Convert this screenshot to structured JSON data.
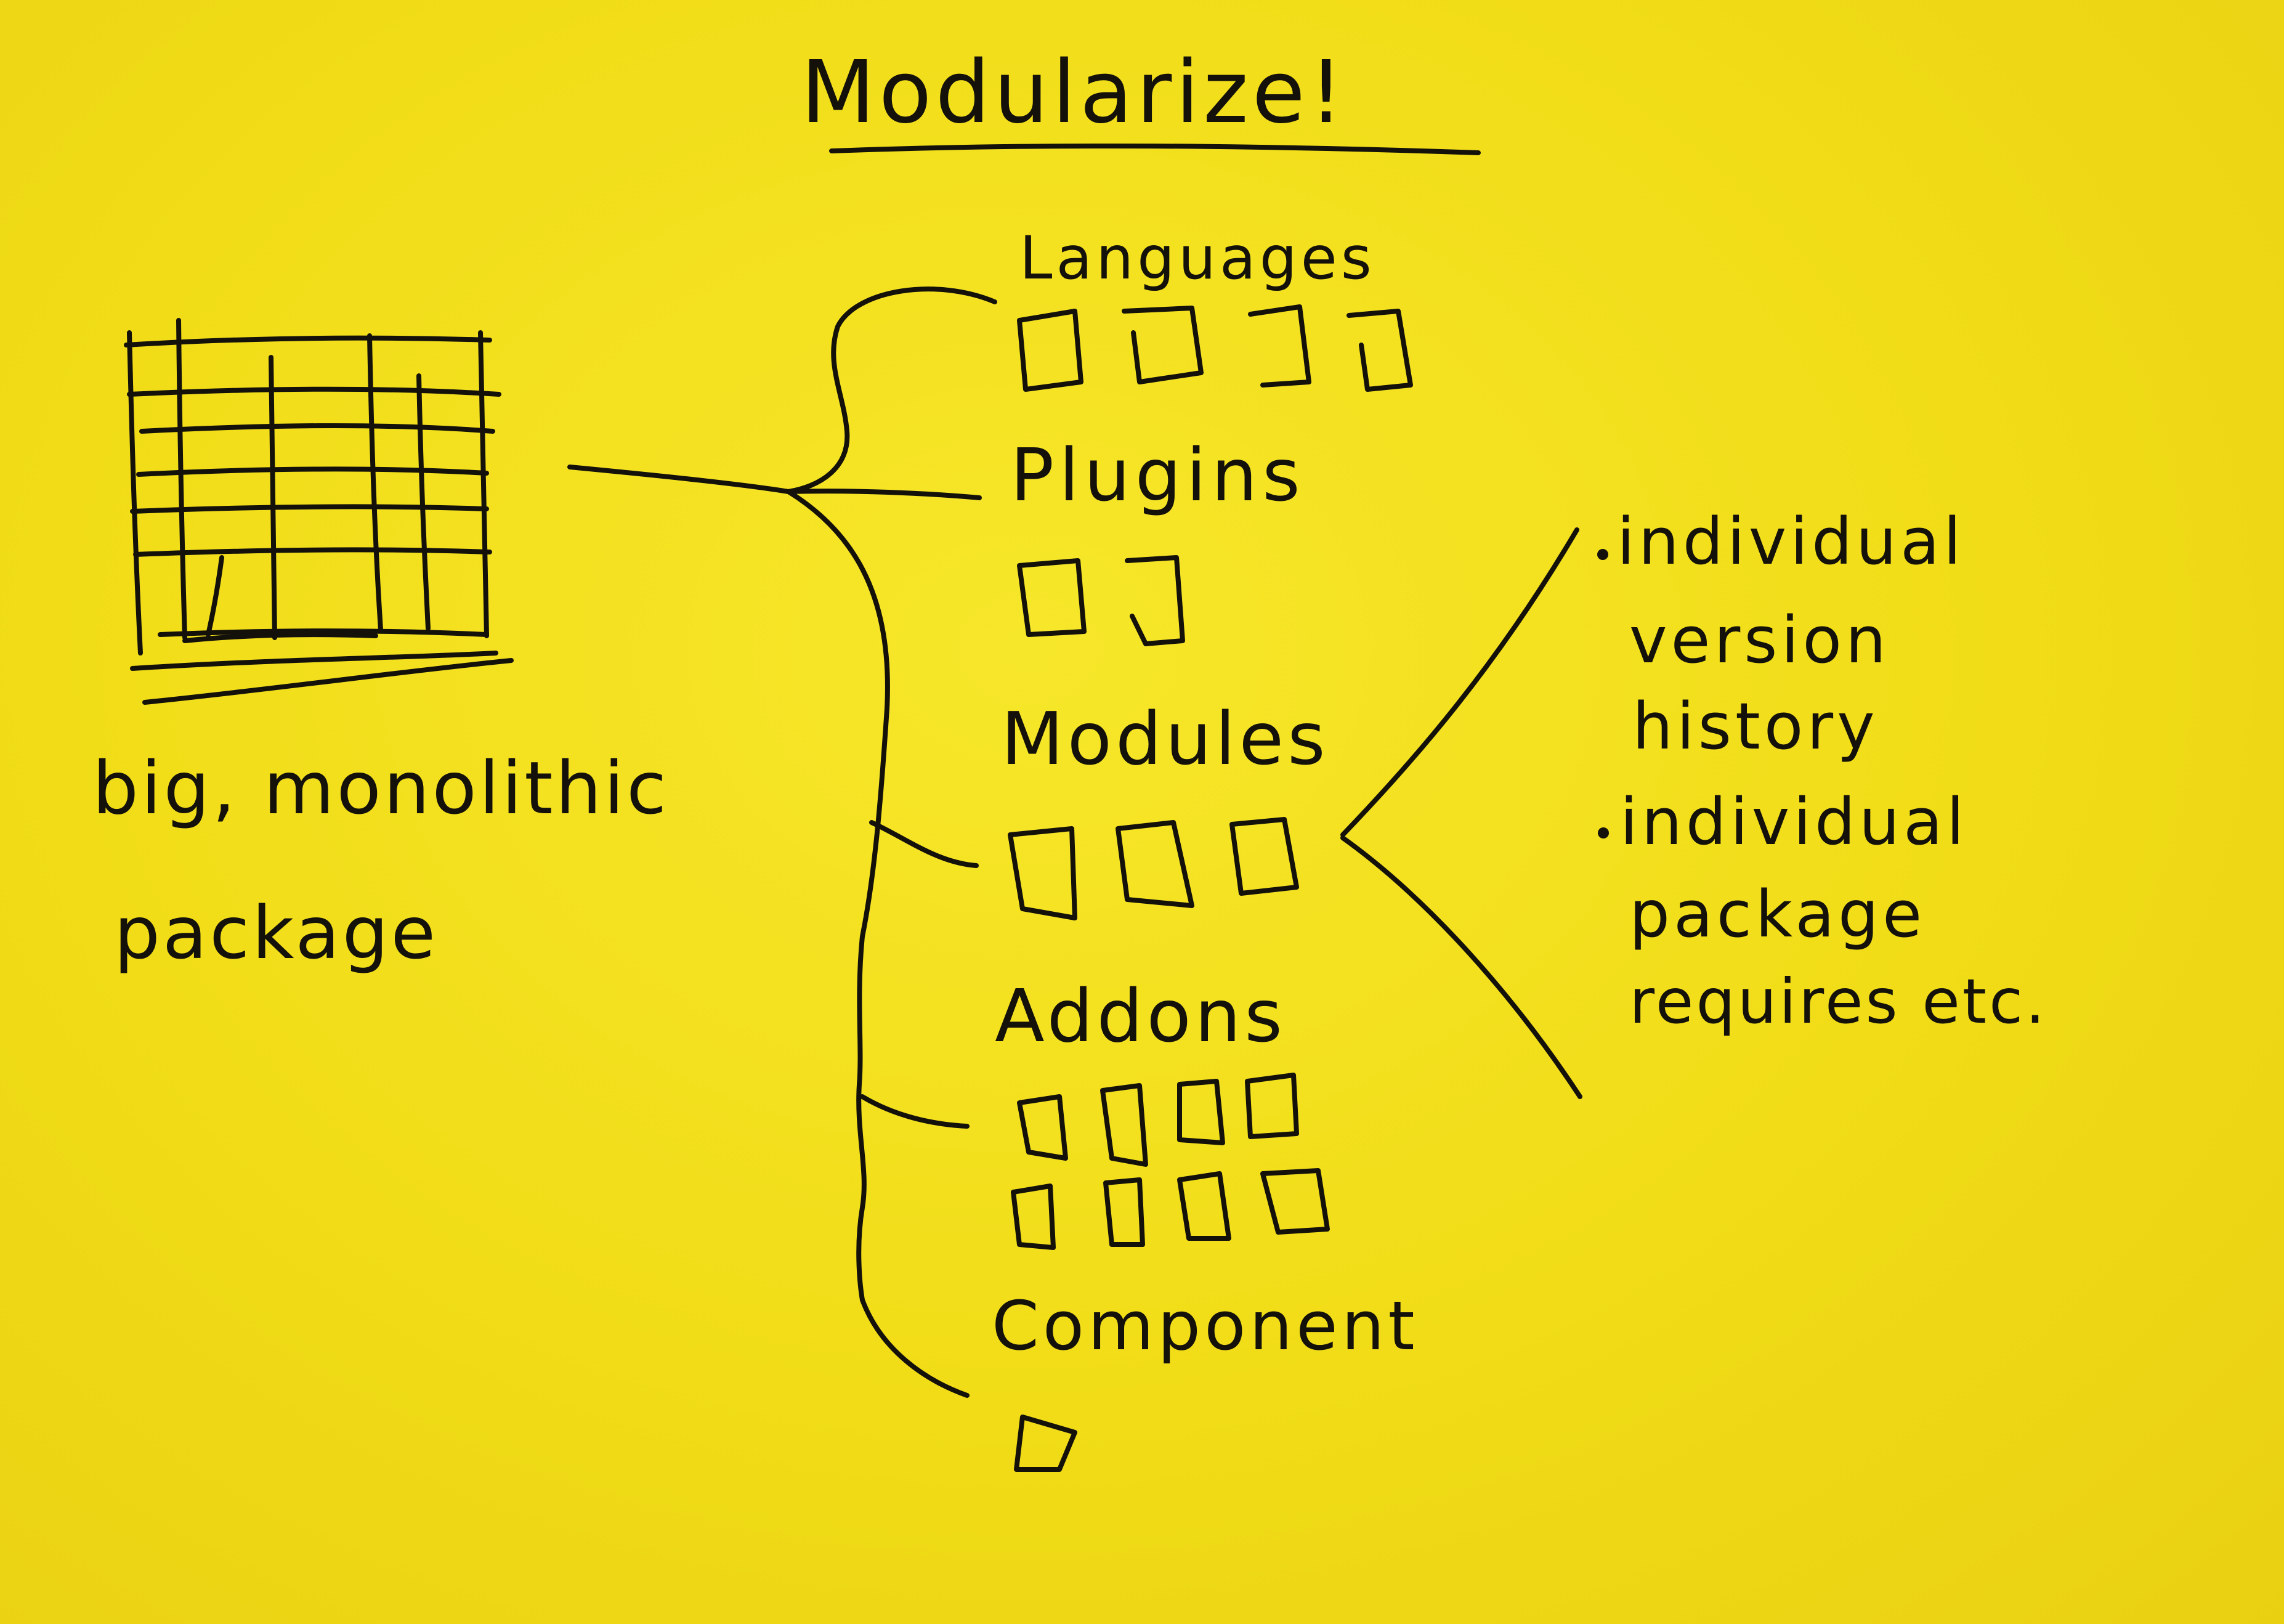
{
  "title": "Modularize!",
  "left_block": {
    "label_line1": "big, monolithic",
    "label_line2": "package"
  },
  "categories": [
    {
      "key": "languages",
      "label": "Languages"
    },
    {
      "key": "plugins",
      "label": "Plugins"
    },
    {
      "key": "modules",
      "label": "Modules"
    },
    {
      "key": "addons",
      "label": "Addons"
    },
    {
      "key": "components",
      "label": "Component"
    }
  ],
  "notes": {
    "bullet1_line1": "individual",
    "bullet1_line2": "version",
    "bullet1_line3": "history",
    "bullet2_line1": "individual",
    "bullet2_line2": "package",
    "bullet2_line3": "requires etc."
  },
  "colors": {
    "paper": "#f2e01a",
    "ink": "#14110a"
  }
}
